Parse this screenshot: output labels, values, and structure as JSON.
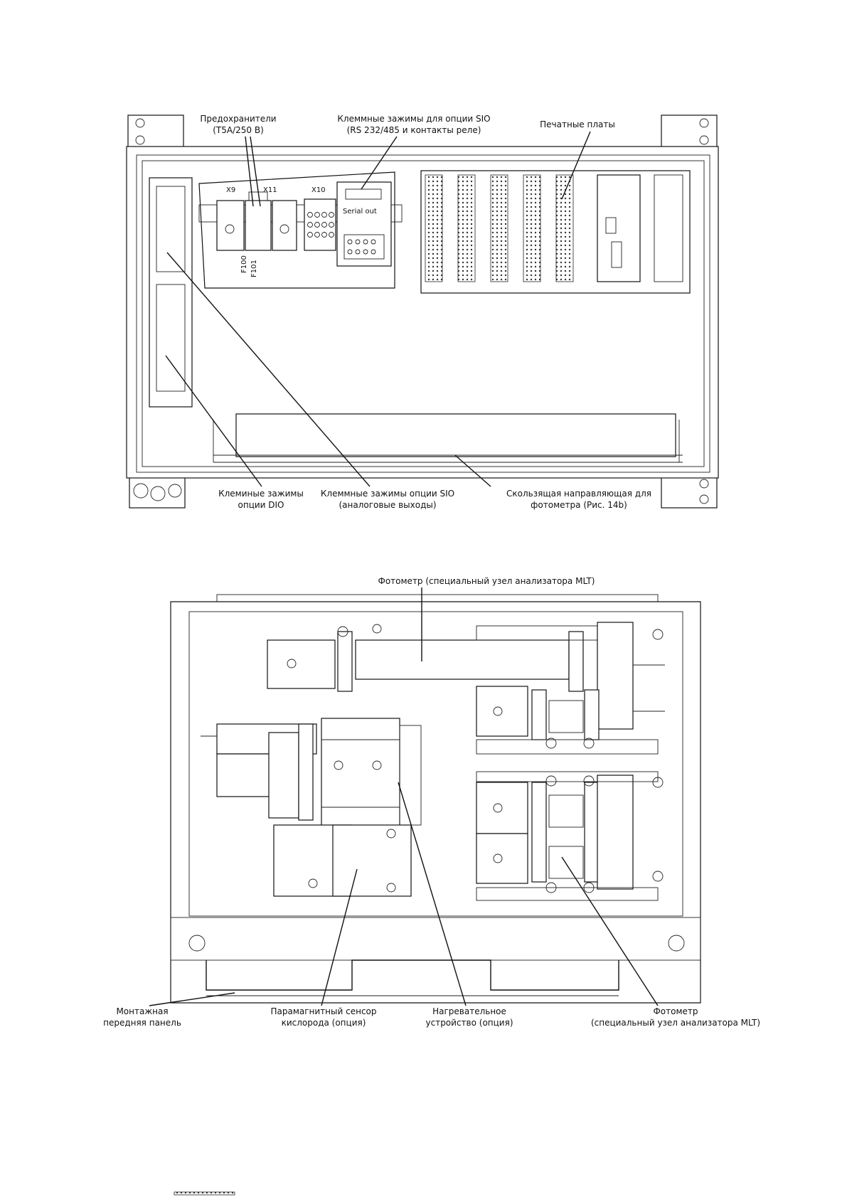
{
  "fig1": {
    "labels": {
      "fuses_l1": "Предохранители",
      "fuses_l2": "(T5A/250 B)",
      "sio_relay_l1": "Клеммные зажимы для опции SIO",
      "sio_relay_l2": "(RS 232/485 и контакты реле)",
      "pcb": "Печатные платы",
      "dio_l1": "Клеминые зажимы",
      "dio_l2": "опции DIO",
      "sio_analog_l1": "Клеммные зажимы опции SIO",
      "sio_analog_l2": "(аналоговые выходы)",
      "slide_l1": "Скользящая направляющая для",
      "slide_l2": "фотометра (Рис. 14b)"
    },
    "component_text": {
      "x9": "X9",
      "x11": "X11",
      "x10": "X10",
      "serial": "Serial out",
      "f100": "F100",
      "f101": "F101"
    }
  },
  "fig2": {
    "labels": {
      "photometer_top": "Фотометр (специальный узел анализатора MLT)",
      "panel_l1": "Монтажная",
      "panel_l2": "передняя панель",
      "o2_l1": "Парамагнитный сенсор",
      "o2_l2": "кислорода (опция)",
      "heater_l1": "Нагревательное",
      "heater_l2": "устройство (опция)",
      "photometer_l1": "Фотометр",
      "photometer_l2": "(специальный узел анализатора MLT)"
    }
  },
  "colors": {
    "ink": "#111111",
    "paper": "#ffffff"
  }
}
